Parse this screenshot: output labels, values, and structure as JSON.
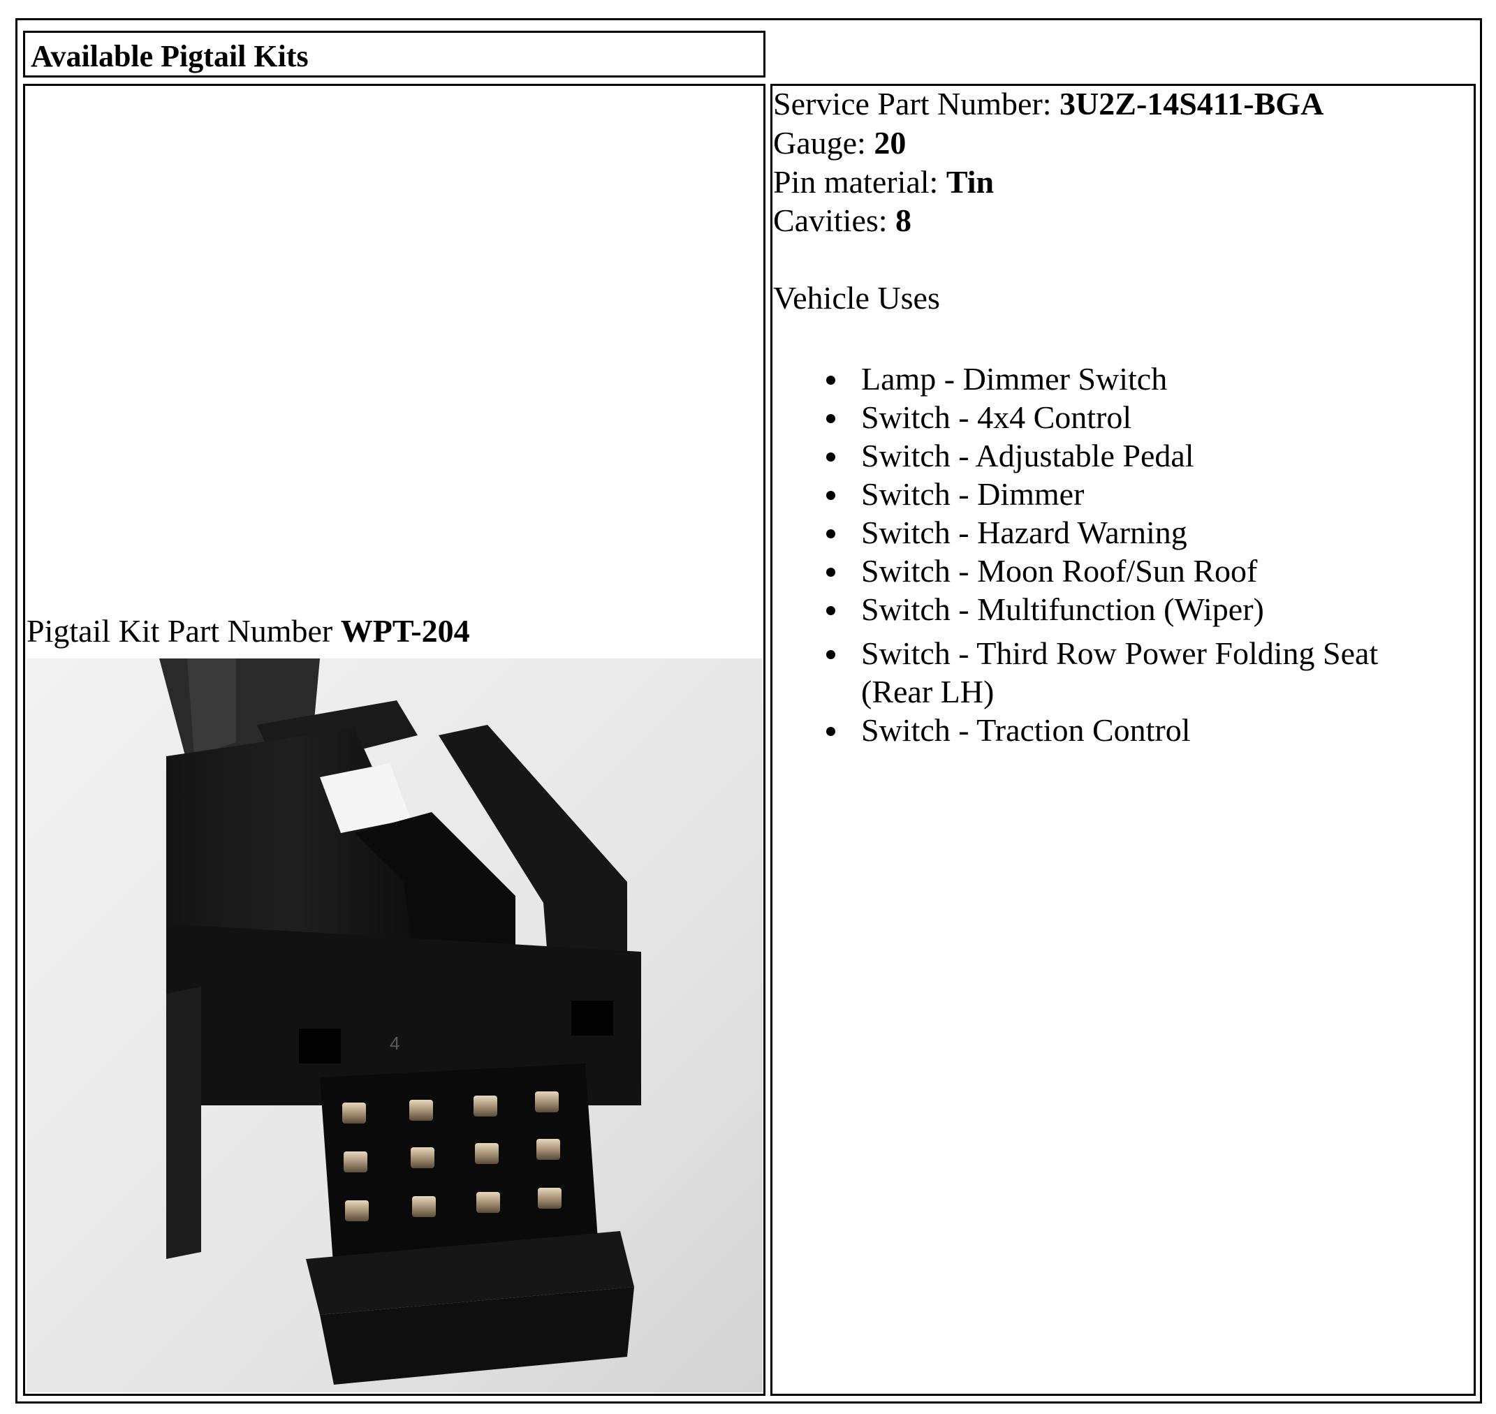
{
  "header": {
    "title": "Available Pigtail Kits"
  },
  "kit": {
    "label": "Pigtail Kit Part Number ",
    "part_number": "WPT-204",
    "photo_name": "8-cavity-black-connector-photo",
    "connector_marking": "4"
  },
  "specs": {
    "service_part_label": "Service Part Number: ",
    "service_part_value": "3U2Z-14S411-BGA",
    "gauge_label": "Gauge: ",
    "gauge_value": "20",
    "pin_material_label": "Pin material: ",
    "pin_material_value": "Tin",
    "cavities_label": "Cavities: ",
    "cavities_value": "8"
  },
  "vehicle_uses": {
    "heading": "Vehicle Uses",
    "items": [
      "Lamp - Dimmer Switch",
      "Switch - 4x4 Control",
      "Switch - Adjustable Pedal",
      "Switch - Dimmer",
      "Switch - Hazard Warning",
      "Switch - Moon Roof/Sun Roof",
      "Switch - Multifunction (Wiper)",
      "Switch - Third Row Power Folding Seat (Rear LH)",
      "Switch - Traction Control"
    ]
  }
}
